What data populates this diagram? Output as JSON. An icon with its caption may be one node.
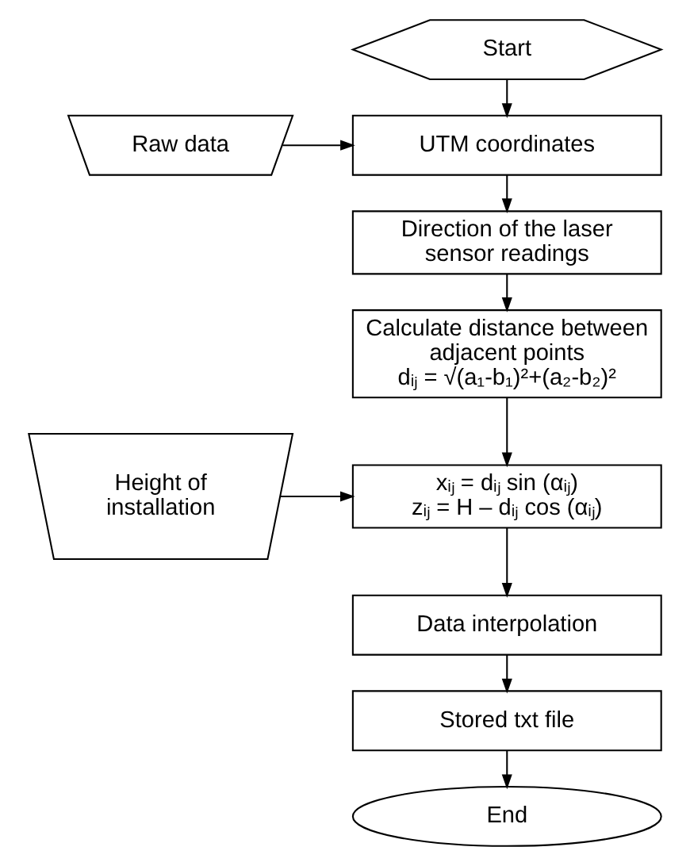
{
  "diagram": {
    "nodes": [
      {
        "text": [
          "Start"
        ]
      },
      {
        "text": [
          "Raw data"
        ]
      },
      {
        "text": [
          "UTM coordinates"
        ]
      },
      {
        "text": [
          "Direction of the laser sensor readings"
        ]
      },
      {
        "text": [
          "Calculate distance between adjacent points",
          "dᵢⱼ = √(a₁-b₁)²+(a₂-b₂)²"
        ]
      },
      {
        "text": [
          "Height of installation"
        ]
      },
      {
        "text": [
          "xᵢⱼ = dᵢⱼ sin (αᵢⱼ)",
          "zᵢⱼ = H – dᵢⱼ cos (αᵢⱼ)"
        ]
      },
      {
        "text": [
          "Data interpolation"
        ]
      },
      {
        "text": [
          "Stored txt file"
        ]
      },
      {
        "text": [
          "End"
        ]
      }
    ],
    "edges": [
      {
        "from": 0,
        "to": 2,
        "arrow": "to"
      },
      {
        "from": 1,
        "to": 2,
        "arrow": "to"
      },
      {
        "from": 2,
        "to": 3,
        "arrow": "to"
      },
      {
        "from": 3,
        "to": 4,
        "arrow": "to"
      },
      {
        "from": 4,
        "to": 6,
        "arrow": "to"
      },
      {
        "from": 5,
        "to": 6,
        "arrow": "to"
      },
      {
        "from": 6,
        "to": 7,
        "arrow": "to"
      },
      {
        "from": 7,
        "to": 8,
        "arrow": "to"
      },
      {
        "from": 8,
        "to": 9,
        "arrow": "to"
      }
    ]
  }
}
